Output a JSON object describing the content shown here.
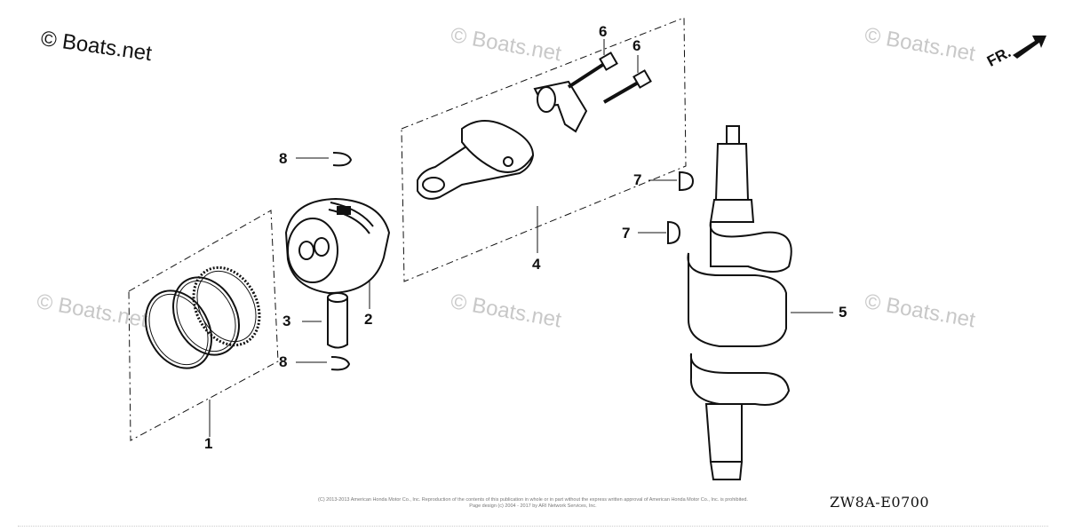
{
  "diagram": {
    "main_watermark": "© Boats.net",
    "watermark_text": "© Boats.net",
    "direction_label": "FR.",
    "diagram_code": "ZW8A-E0700",
    "copyright_line1": "(C) 2013-2013 American Honda Motor Co., Inc. Reproduction of the contents of this publication in whole or in part without the express written approval of American Honda Motor Co., Inc. is prohibited.",
    "copyright_line2": "Page design (c) 2004 - 2017 by ARI Network Services, Inc.",
    "callouts": [
      "1",
      "2",
      "3",
      "4",
      "5",
      "6",
      "6",
      "7",
      "7",
      "8",
      "8"
    ],
    "parts": [
      "piston-ring-set",
      "piston",
      "piston-pin",
      "connecting-rod",
      "crankshaft",
      "connecting-rod-bolt",
      "woodruff-key",
      "piston-pin-clip"
    ]
  }
}
